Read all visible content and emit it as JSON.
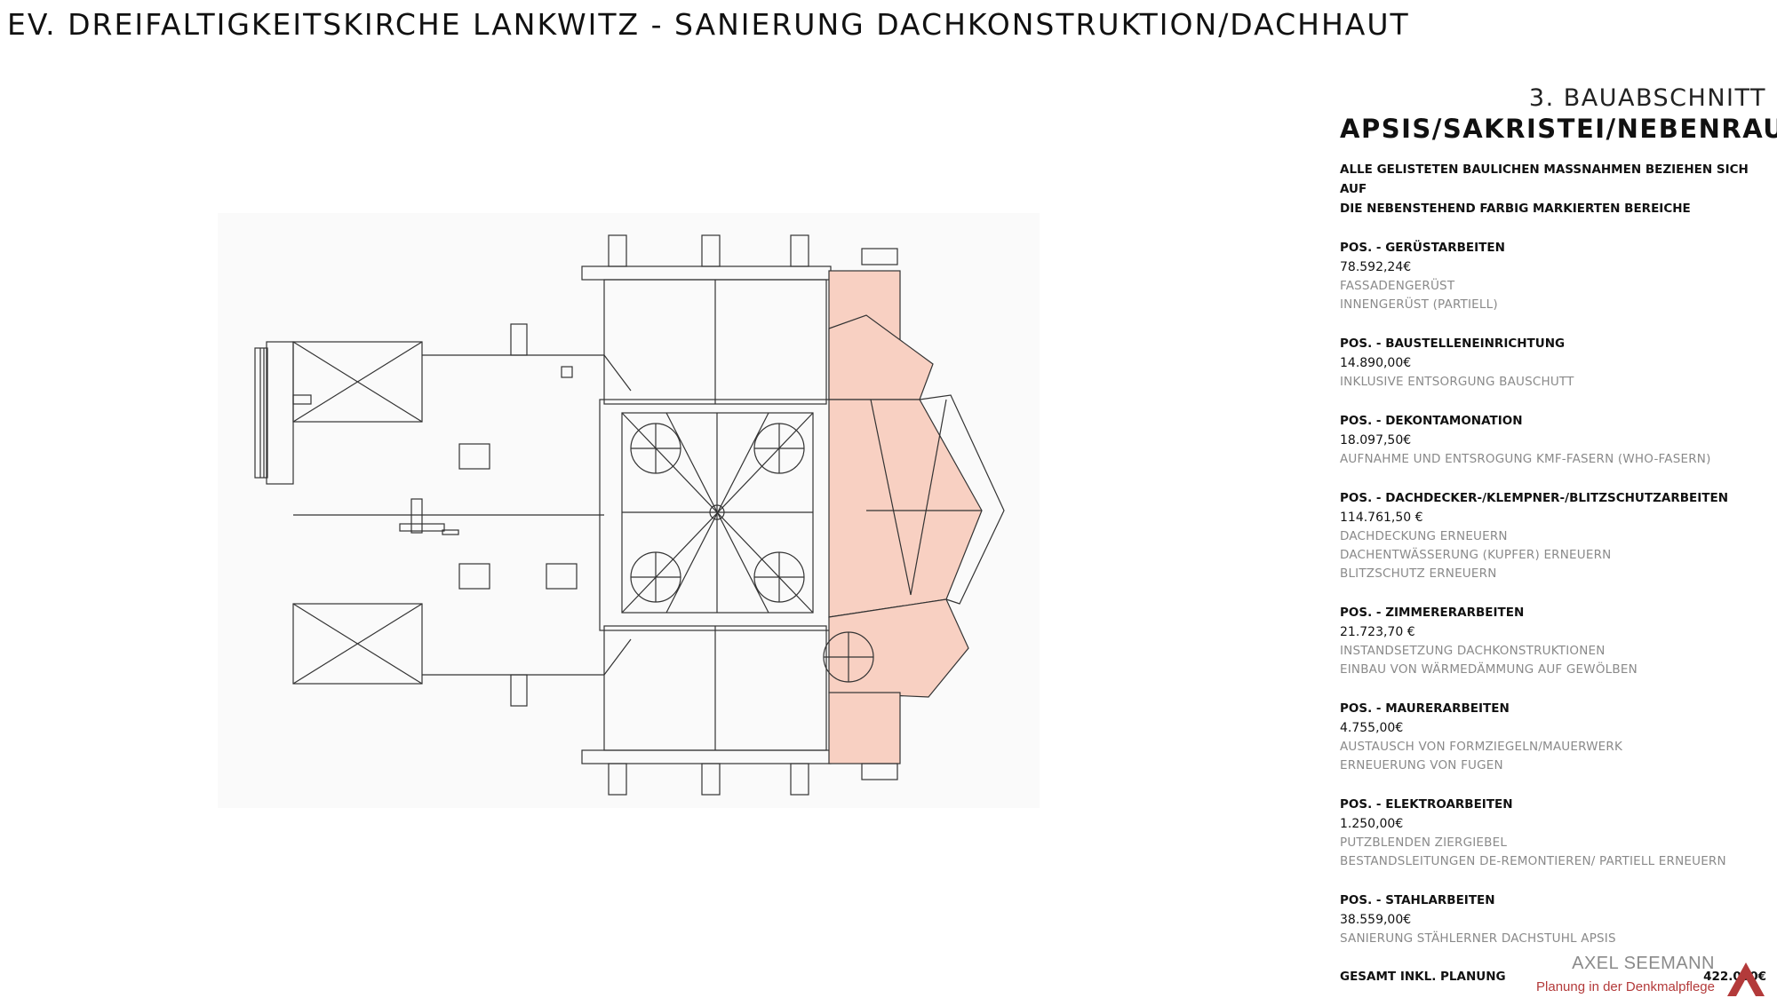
{
  "header": {
    "title": "EV. DREIFALTIGKEITSKIRCHE LANKWITZ - SANIERUNG DACHKONSTRUKTION/DACHHAUT"
  },
  "panel": {
    "stage": "3. BAUABSCHNITT",
    "stage_sub": "APSIS/SAKRISTEI/NEBENRAUM",
    "intro_1": "ALLE GELISTETEN BAULICHEN MASSNAHMEN BEZIEHEN SICH AUF",
    "intro_2": "DIE NEBENSTEHEND FARBIG MARKIERTEN BEREICHE",
    "positions": [
      {
        "title": "POS. - GERÜSTARBEITEN",
        "amount": "78.592,24€",
        "lines": [
          "FASSADENGERÜST",
          "INNENGERÜST (PARTIELL)",
          ""
        ]
      },
      {
        "title": "POS. - BAUSTELLENEINRICHTUNG",
        "amount": "14.890,00€",
        "lines": [
          "INKLUSIVE ENTSORGUNG BAUSCHUTT",
          "",
          ""
        ]
      },
      {
        "title": "POS. - DEKONTAMONATION",
        "amount": "18.097,50€",
        "lines": [
          "AUFNAHME UND ENTSROGUNG KMF-FASERN (WHO-FASERN)",
          "",
          ""
        ]
      },
      {
        "title": "POS. - DACHDECKER-/KLEMPNER-/BLITZSCHUTZARBEITEN",
        "amount": "114.761,50 €",
        "lines": [
          "DACHDECKUNG ERNEUERN",
          "DACHENTWÄSSERUNG (KUPFER) ERNEUERN",
          "BLITZSCHUTZ ERNEUERN"
        ]
      },
      {
        "title": "POS. - ZIMMERERARBEITEN",
        "amount": "21.723,70 €",
        "lines": [
          "INSTANDSETZUNG DACHKONSTRUKTIONEN",
          "EINBAU VON WÄRMEDÄMMUNG AUF GEWÖLBEN",
          ""
        ]
      },
      {
        "title": "POS. - MAURERARBEITEN",
        "amount": "4.755,00€",
        "lines": [
          "AUSTAUSCH VON FORMZIEGELN/MAUERWERK",
          "ERNEUERUNG VON FUGEN",
          ""
        ]
      },
      {
        "title": "POS. - ELEKTROARBEITEN",
        "amount": "1.250,00€",
        "lines": [
          "PUTZBLENDEN ZIERGIEBEL",
          "BESTANDSLEITUNGEN DE-REMONTIEREN/ PARTIELL ERNEUERN",
          ""
        ]
      },
      {
        "title": "POS. - STAHLARBEITEN",
        "amount": "38.559,00€",
        "lines": [
          "SANIERUNG STÄHLERNER DACHSTUHL APSIS",
          "",
          ""
        ]
      }
    ],
    "total_label": "GESAMT INKL. PLANUNG",
    "total_value": "422.000€"
  },
  "branding": {
    "name": "AXEL SEEMANN",
    "tagline": "Planung in der Denkmalpflege"
  },
  "colors": {
    "highlight": "#f8d0c2",
    "stroke": "#333333",
    "brand_red": "#b33a3a"
  }
}
